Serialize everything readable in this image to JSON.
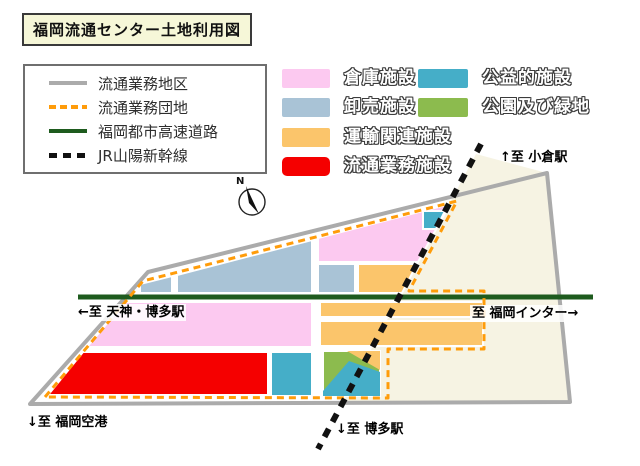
{
  "title": "福岡流通センター土地利用図",
  "line_legend": {
    "items": [
      {
        "label": "流通業務地区",
        "style": "solid",
        "color": "#ABABAB"
      },
      {
        "label": "流通業務団地",
        "style": "dashed",
        "color": "#FF9C0A"
      },
      {
        "label": "福岡都市高速道路",
        "style": "solid",
        "color": "#1E5B1E"
      },
      {
        "label": "JR山陽新幹線",
        "style": "dashed",
        "color": "#111111"
      }
    ]
  },
  "area_legend": {
    "items": [
      {
        "label": "倉庫施設",
        "color": "#FCC9F0"
      },
      {
        "label": "卸売施設",
        "color": "#A9C3D6"
      },
      {
        "label": "運輸関連施設",
        "color": "#FBC56B"
      },
      {
        "label": "流通業務施設",
        "color": "#F50000"
      },
      {
        "label": "公益的施設",
        "color": "#45AEC8"
      },
      {
        "label": "公園及び緑地",
        "color": "#8CBB4E"
      }
    ]
  },
  "map": {
    "compass_label": "N",
    "background_color": "#F6F3E3",
    "labels": {
      "kokura": "↑至 小倉駅",
      "tenjin": "←至 天神・博多駅",
      "inter": "至 福岡インター→",
      "airport": "↓至 福岡空港",
      "hakata": "↓至 博多駅"
    }
  }
}
